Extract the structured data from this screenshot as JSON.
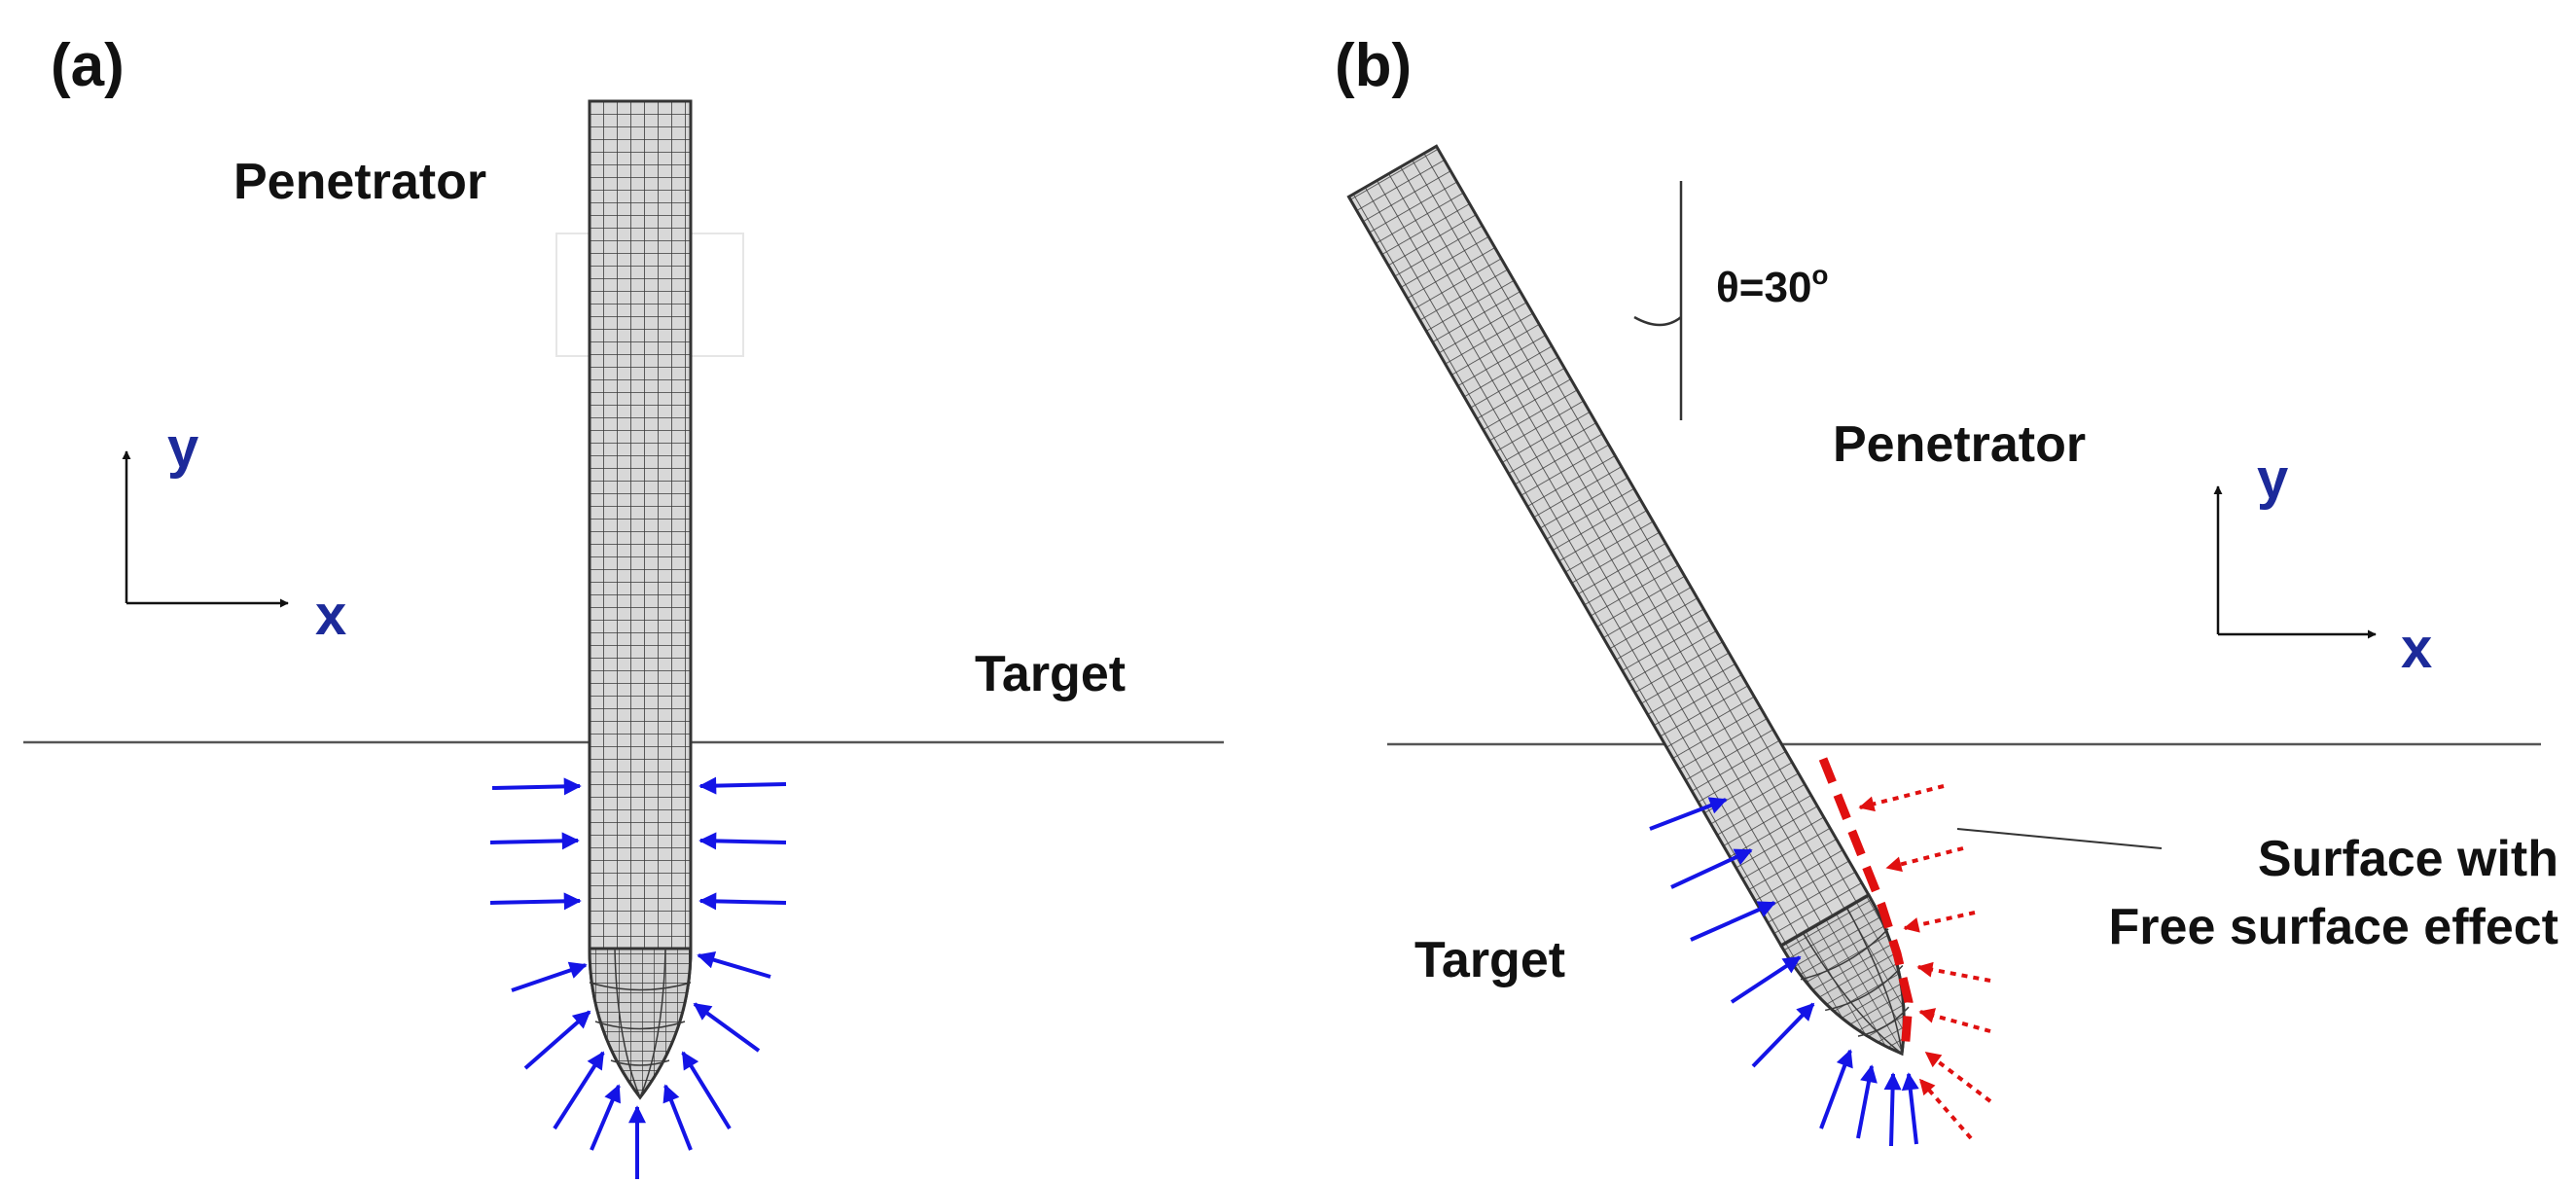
{
  "panel_a": {
    "label": "(a)",
    "penetrator_label": "Penetrator",
    "target_label": "Target",
    "axis_y": "y",
    "axis_x": "x"
  },
  "panel_b": {
    "label": "(b)",
    "penetrator_label": "Penetrator",
    "target_label": "Target",
    "axis_y": "y",
    "axis_x": "x",
    "angle_label": "θ=30",
    "angle_unit": "o",
    "annotation_line1": "Surface with",
    "annotation_line2": "Free surface effect"
  },
  "colors": {
    "mesh_fill": "#d8d8d8",
    "mesh_line": "#3a3a3a",
    "pressure_arrow": "#1414e6",
    "free_surface": "#e01010",
    "axis_text": "#1c2a9a"
  },
  "icons": {
    "pressure": "arrow-icon",
    "free_surface_pressure": "dotted-arrow-icon"
  }
}
